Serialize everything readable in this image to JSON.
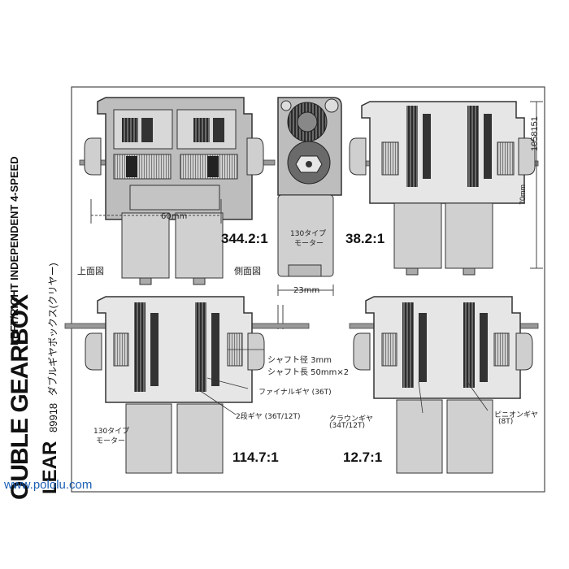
{
  "catalog_number": "1058151",
  "product": {
    "title_main": "OUBLE GEARBOX",
    "title_sub": "LEFT/RIGHT INDEPENDENT 4-SPEED",
    "model_line_1": "LEAR",
    "model_no": "89918",
    "model_name_jp": "ダブルギヤボックス(クリヤー)"
  },
  "dimensions": {
    "width_60": "60mm",
    "height_70": "70mm",
    "width_23": "23mm"
  },
  "gear_ratios": {
    "r344": "344.2:1",
    "r38": "38.2:1",
    "r114": "114.7:1",
    "r12": "12.7:1"
  },
  "views": {
    "top_view": "上面図",
    "side_view": "側面図"
  },
  "labels": {
    "motor_130_a": "130タイプ",
    "motor_130_b": "モーター",
    "shaft_dia": "シャフト径 3mm",
    "shaft_len": "シャフト長 50mm×2",
    "final_gear": "ファイナルギヤ (36T)",
    "two_stage_gear": "2段ギヤ (36T/12T)",
    "crown_gear_a": "クラウンギヤ",
    "crown_gear_b": "(34T/12T)",
    "pinion_gear_a": "ピニオンギヤ",
    "pinion_gear_b": "(8T)"
  },
  "watermark": "www.pololu.com",
  "colors": {
    "frame": "#4a4a4a",
    "housing": "#bdbdbd",
    "gear_dark": "#2b2b2b",
    "motor": "#d0d0d0",
    "link": "#1a5fb4"
  }
}
